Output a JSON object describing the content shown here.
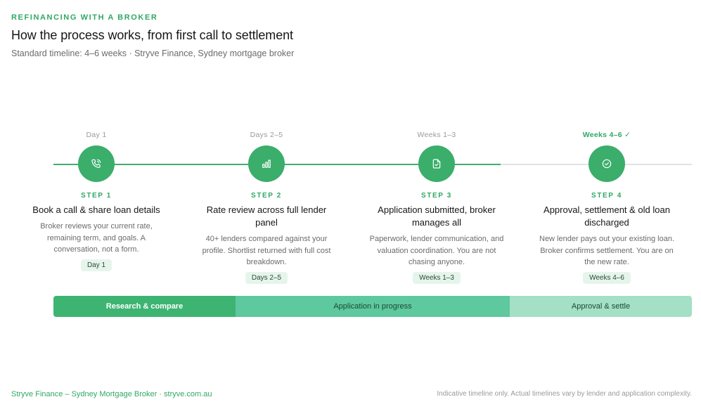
{
  "header": {
    "eyebrow": "REFINANCING WITH A BROKER",
    "title": "How the process works, from first call to settlement",
    "subtitle": "Standard timeline: 4–6 weeks  ·  Stryve Finance, Sydney mortgage broker"
  },
  "steps": [
    {
      "week": "Day 1",
      "icon": "phone-icon",
      "label": "STEP 1",
      "title": "Book a call & share loan details",
      "desc": "Broker reviews your current rate, remaining term, and goals. A conversation, not a form.",
      "chip": "Day 1",
      "complete": false
    },
    {
      "week": "Days 2–5",
      "icon": "bar-chart-icon",
      "label": "STEP 2",
      "title": "Rate review across full lender panel",
      "desc": "40+ lenders compared against your profile. Shortlist returned with full cost breakdown.",
      "chip": "Days 2–5",
      "complete": false
    },
    {
      "week": "Weeks 1–3",
      "icon": "document-check-icon",
      "label": "STEP 3",
      "title": "Application submitted, broker manages all",
      "desc": "Paperwork, lender communication, and valuation coordination. You are not chasing anyone.",
      "chip": "Weeks 1–3",
      "complete": false
    },
    {
      "week": "Weeks 4–6 ✓",
      "icon": "check-circle-icon",
      "label": "STEP 4",
      "title": "Approval, settlement & old loan discharged",
      "desc": "New lender pays out your existing loan. Broker confirms settlement. You are on the new rate.",
      "chip": "Weeks 4–6",
      "complete": true
    }
  ],
  "phases": [
    {
      "label": "Research & compare"
    },
    {
      "label": "Application in progress"
    },
    {
      "label": "Approval & settle"
    }
  ],
  "footer": {
    "left": "Stryve Finance – Sydney Mortgage Broker  ·  stryve.com.au",
    "right": "Indicative timeline only. Actual timelines vary by lender and application complexity."
  },
  "colors": {
    "accent": "#3aae6a",
    "track_pending": "#e3e3e3",
    "chip_bg": "#e6f5ec"
  }
}
